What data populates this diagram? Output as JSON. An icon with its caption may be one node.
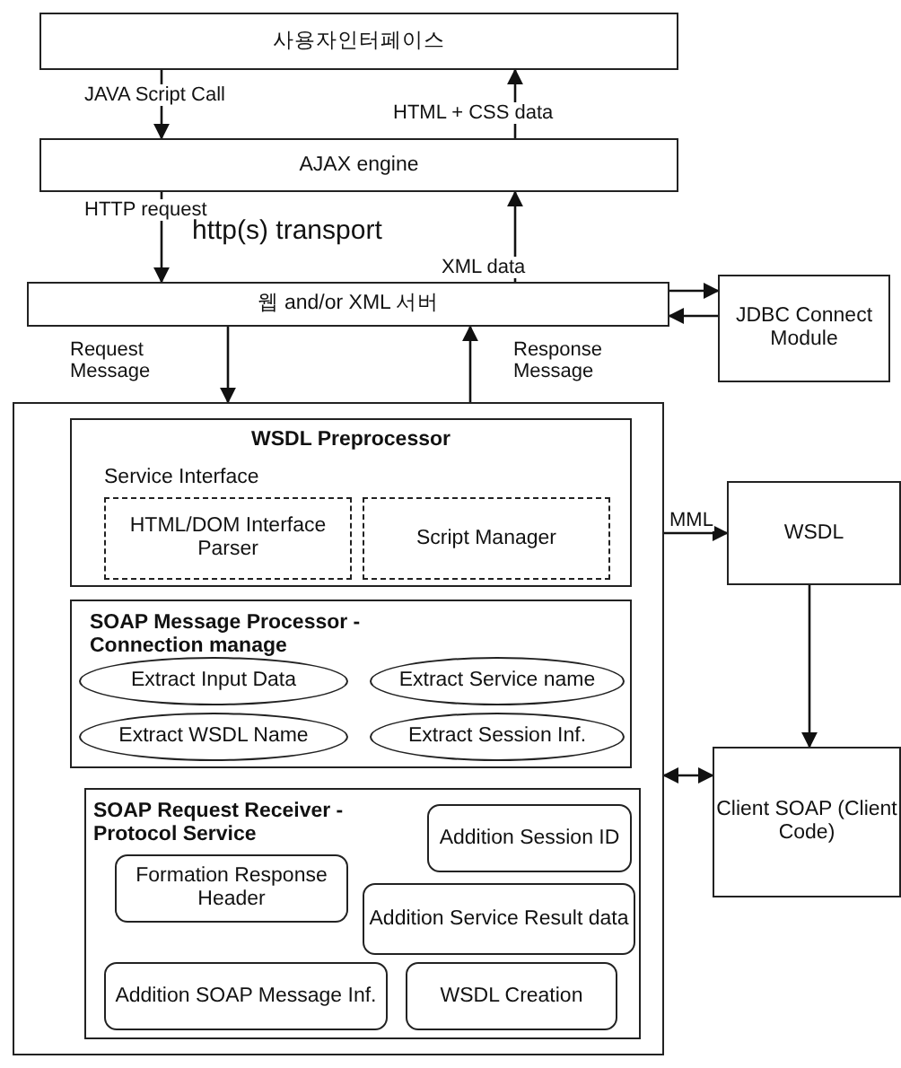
{
  "diagram": {
    "nodes": [
      {
        "text": [
          "사용자인터페이스"
        ]
      },
      {
        "text": [
          "AJAX engine"
        ]
      },
      {
        "text": [
          "웹 and/or XML 서버"
        ]
      },
      {
        "text": [
          "JDBC Connect Module"
        ]
      },
      {
        "text": [],
        "shape": "box"
      },
      {
        "text": [
          "WSDL Preprocessor",
          "Service Interface"
        ],
        "in": 4
      },
      {
        "text": [
          "HTML/DOM Interface Parser"
        ],
        "in": 5
      },
      {
        "text": [
          "Script Manager"
        ],
        "in": 5
      },
      {
        "text": [
          "SOAP Message Processor -Connection manage"
        ],
        "in": 4
      },
      {
        "text": [
          "Extract Input Data"
        ],
        "in": 8
      },
      {
        "text": [
          "Extract Service name"
        ],
        "in": 8
      },
      {
        "text": [
          "Extract WSDL Name"
        ],
        "in": 8
      },
      {
        "text": [
          "Extract Session Inf."
        ],
        "in": 8
      },
      {
        "text": [
          "SOAP Request Receiver -Protocol Service"
        ],
        "in": 4
      },
      {
        "text": [
          "Addition Session ID"
        ],
        "in": 13
      },
      {
        "text": [
          "Formation Response Header"
        ],
        "in": 13
      },
      {
        "text": [
          "Addition Service Result data"
        ],
        "in": 13
      },
      {
        "text": [
          "Addition SOAP Message Inf."
        ],
        "in": 13
      },
      {
        "text": [
          "WSDL Creation"
        ],
        "in": 13
      },
      {
        "text": [
          "WSDL"
        ]
      },
      {
        "text": [
          "Client SOAP (Client Code)"
        ]
      }
    ],
    "edges": [
      {
        "from": 0,
        "to": 1,
        "arrow": "to",
        "label": "JAVA Script Call"
      },
      {
        "from": 1,
        "to": 0,
        "arrow": "to",
        "label": "HTML + CSS data"
      },
      {
        "from": 1,
        "to": 2,
        "arrow": "to",
        "label": "HTTP request"
      },
      {
        "from": 2,
        "to": 1,
        "arrow": "to",
        "label": "XML data"
      },
      {
        "from": 2,
        "to": 3,
        "arrow": "to"
      },
      {
        "from": 3,
        "to": 2,
        "arrow": "to"
      },
      {
        "from": 2,
        "to": 4,
        "arrow": "to",
        "label": "Request Message"
      },
      {
        "from": 4,
        "to": 2,
        "arrow": "to",
        "label": "Response Message"
      },
      {
        "from": 4,
        "to": 19,
        "arrow": "to",
        "label": "MML"
      },
      {
        "from": 19,
        "to": 20,
        "arrow": "to"
      },
      {
        "from": 20,
        "to": 4,
        "arrow": "both"
      }
    ],
    "labels": [
      "http(s) transport"
    ]
  }
}
